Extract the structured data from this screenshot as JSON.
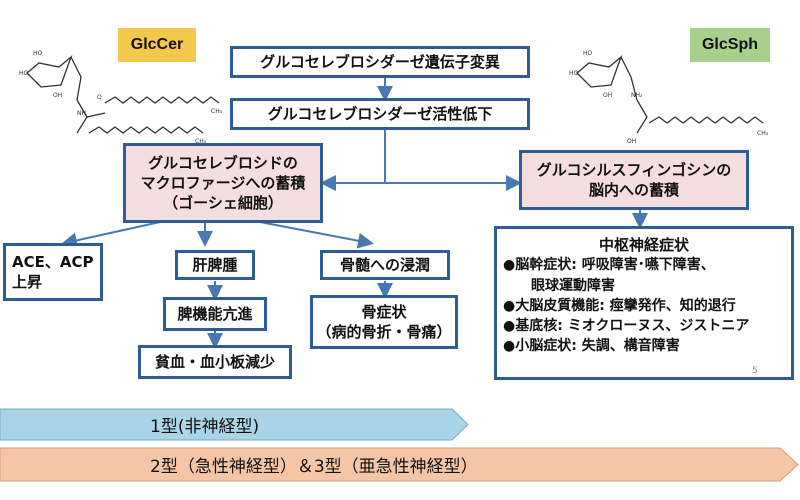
{
  "tags": {
    "left": "GlcCer",
    "right": "GlcSph"
  },
  "tag_colors": {
    "left": "#f2c94c",
    "right": "#a8d08d"
  },
  "flow": {
    "mutation": "グルコセレブロシダーゼ遺伝子変異",
    "activity": "グルコセレブロシダーゼ活性低下",
    "accum_line1": "グルコセレブロシドの",
    "accum_line2": "マクロファージへの蓄積",
    "accum_line3": "（ゴーシェ細胞）",
    "brain_line1": "グルコシルスフィンゴシンの",
    "brain_line2": "脳内への蓄積"
  },
  "branches": {
    "ace_line1": "ACE、ACP",
    "ace_line2": "上昇",
    "hsm": "肝脾腫",
    "hyper": "脾機能亢進",
    "anemia": "貧血・血小板減少",
    "marrow": "骨髄への浸潤",
    "bone_line1": "骨症状",
    "bone_line2": "（病的骨折・骨痛）"
  },
  "cns": {
    "title": "中枢神経症状",
    "items": [
      "●脳幹症状: 呼吸障害･嚥下障害、",
      "　　眼球運動障害",
      "●大脳皮質機能: 痙攣発作、知的退行",
      "●基底核: ミオクローヌス、ジストニア",
      "●小脳症状: 失調、構音障害"
    ]
  },
  "page_number": "5",
  "bands": {
    "type1": "1型(非神経型)",
    "type23": "2型（急性神経型）＆3型（亜急性神経型）"
  },
  "colors": {
    "border": "#2e5d96",
    "pink": "#f6dede",
    "band1": "#a9d5e6",
    "band2": "#f5c6a5"
  }
}
